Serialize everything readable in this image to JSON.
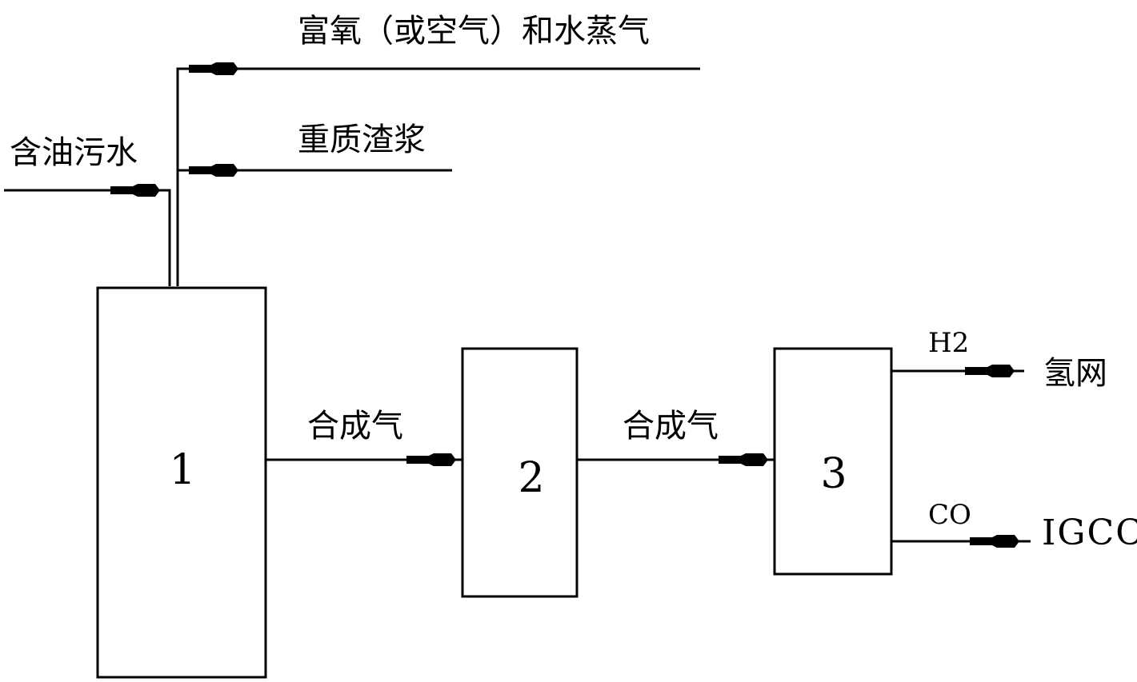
{
  "inputs": {
    "oxygen_steam": "富氧（或空气）和水蒸气",
    "heavy_slurry": "重质渣浆",
    "oily_water": "含油污水"
  },
  "units": {
    "unit1": "1",
    "unit2": "2",
    "unit3": "3"
  },
  "streams": {
    "syngas_1": "合成气",
    "syngas_2": "合成气",
    "h2": "H2",
    "co": "CO"
  },
  "outputs": {
    "hydrogen_network": "氢网",
    "igcc": "IGCC"
  }
}
